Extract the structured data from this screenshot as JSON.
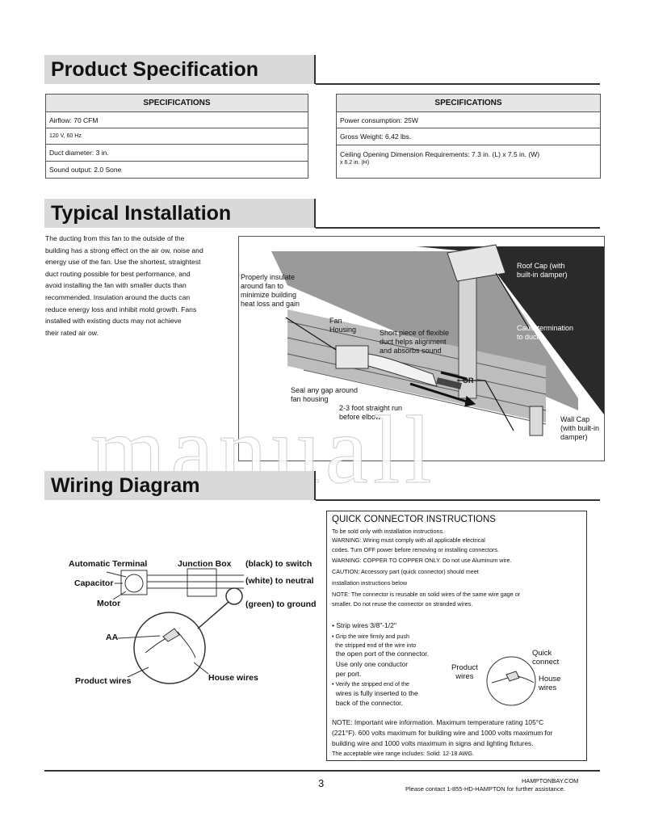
{
  "sections": {
    "spec_title": "Product Specification",
    "install_title": "Typical Installation",
    "wiring_title": "Wiring Diagram"
  },
  "spec_left": {
    "header": "SPECIFICATIONS",
    "rows": [
      "Airflow: 70 CFM",
      "120 V, 60 Hz",
      "Duct diameter: 3 in.",
      "Sound output: 2.0 Sone"
    ]
  },
  "spec_right": {
    "header": "SPECIFICATIONS",
    "rows": [
      "Power consumption: 25W",
      "Gross Weight: 6.42 lbs.",
      "Ceiling Opening Dimension Requirements: 7.3 in. (L) x 7.5 in. (W)",
      "x 6.2 in. (H)"
    ]
  },
  "install_text": [
    "The ducting from this fan to the outside of the",
    "building has a strong effect on the air ow, noise and",
    "energy use of the fan. Use the shortest, straightest",
    "duct routing possible for best performance, and",
    "avoid installing the fan with smaller ducts than",
    "recommended. Insulation around the ducts can",
    "reduce energy loss and inhibit mold growth. Fans",
    "installed with existing ducts may not achieve",
    "their rated air ow."
  ],
  "illustration": {
    "insulate": "Properly insulate\naround fan to\nminimize building\nheat loss and gain",
    "fan_housing": "Fan\nHousing",
    "short_piece": "Short piece of flexible\nduct helps alignment\nand absorbs sound",
    "seal": "Seal any gap around\nfan housing",
    "straight_run": "2-3 foot straight run\nbefore elbow",
    "or": "OR",
    "roof_cap": "Roof Cap (with\nbuilt-in damper)",
    "caulk": "Caulk termination\nto duct",
    "wall_cap": "Wall Cap\n(with built-in\ndamper)"
  },
  "watermark": "manuall",
  "wiring": {
    "automatic_terminal": "Automatic Terminal",
    "junction_box": "Junction Box",
    "black": "(black) to switch",
    "white": "(white) to neutral",
    "green": "(green) to ground",
    "capacitor": "Capacitor",
    "motor": "Motor",
    "aa": "AA",
    "product_wires": "Product wires",
    "house_wires": "House wires"
  },
  "quick_connector": {
    "title": "QUICK CONNECTOR INSTRUCTIONS",
    "lines": [
      "To be sold only with installation instructions.",
      "WARNING:      Wiring must comply with all applicable electrical",
      "codes. Turn OFF power before removing or installing connectors.",
      "WARNING:      COPPER TO COPPER ONLY. Do not use Aluminum wire.",
      "CAUTION:      Accessory part (quick connector) should meet",
      "installation instructions below",
      "NOTE:    The connector is reusable on solid wires of the same wire gage or",
      "smaller. Do not reuse the connector on stranded wires."
    ],
    "steps": [
      "• Strip wires 3/8\"-1/2\"",
      "• Grip the wire firmly and push",
      "  the stripped end of the wire into",
      "  the open port of the connector.",
      "  Use only one conductor",
      "  per port.",
      "• Verify the stripped end of the",
      "  wires is fully inserted to the",
      "  back of the connector."
    ],
    "fig_product": "Product\nwires",
    "fig_quick": "Quick\nconnect",
    "fig_house": "House\nwires",
    "note": [
      "NOTE:    Important wire information. Maximum temperature rating 105°C",
      "(221°F). 600 volts maximum for building wire and 1000 volts maximum for",
      "building wire and 1000 volts maximum in signs and lighting fixtures.",
      "The acceptable wire range includes: Solid: 12-18 AWG."
    ]
  },
  "footer": {
    "page": "3",
    "site": "HAMPTONBAY.COM",
    "contact": "Please contact 1-855-HD-HAMPTON for further assistance."
  }
}
